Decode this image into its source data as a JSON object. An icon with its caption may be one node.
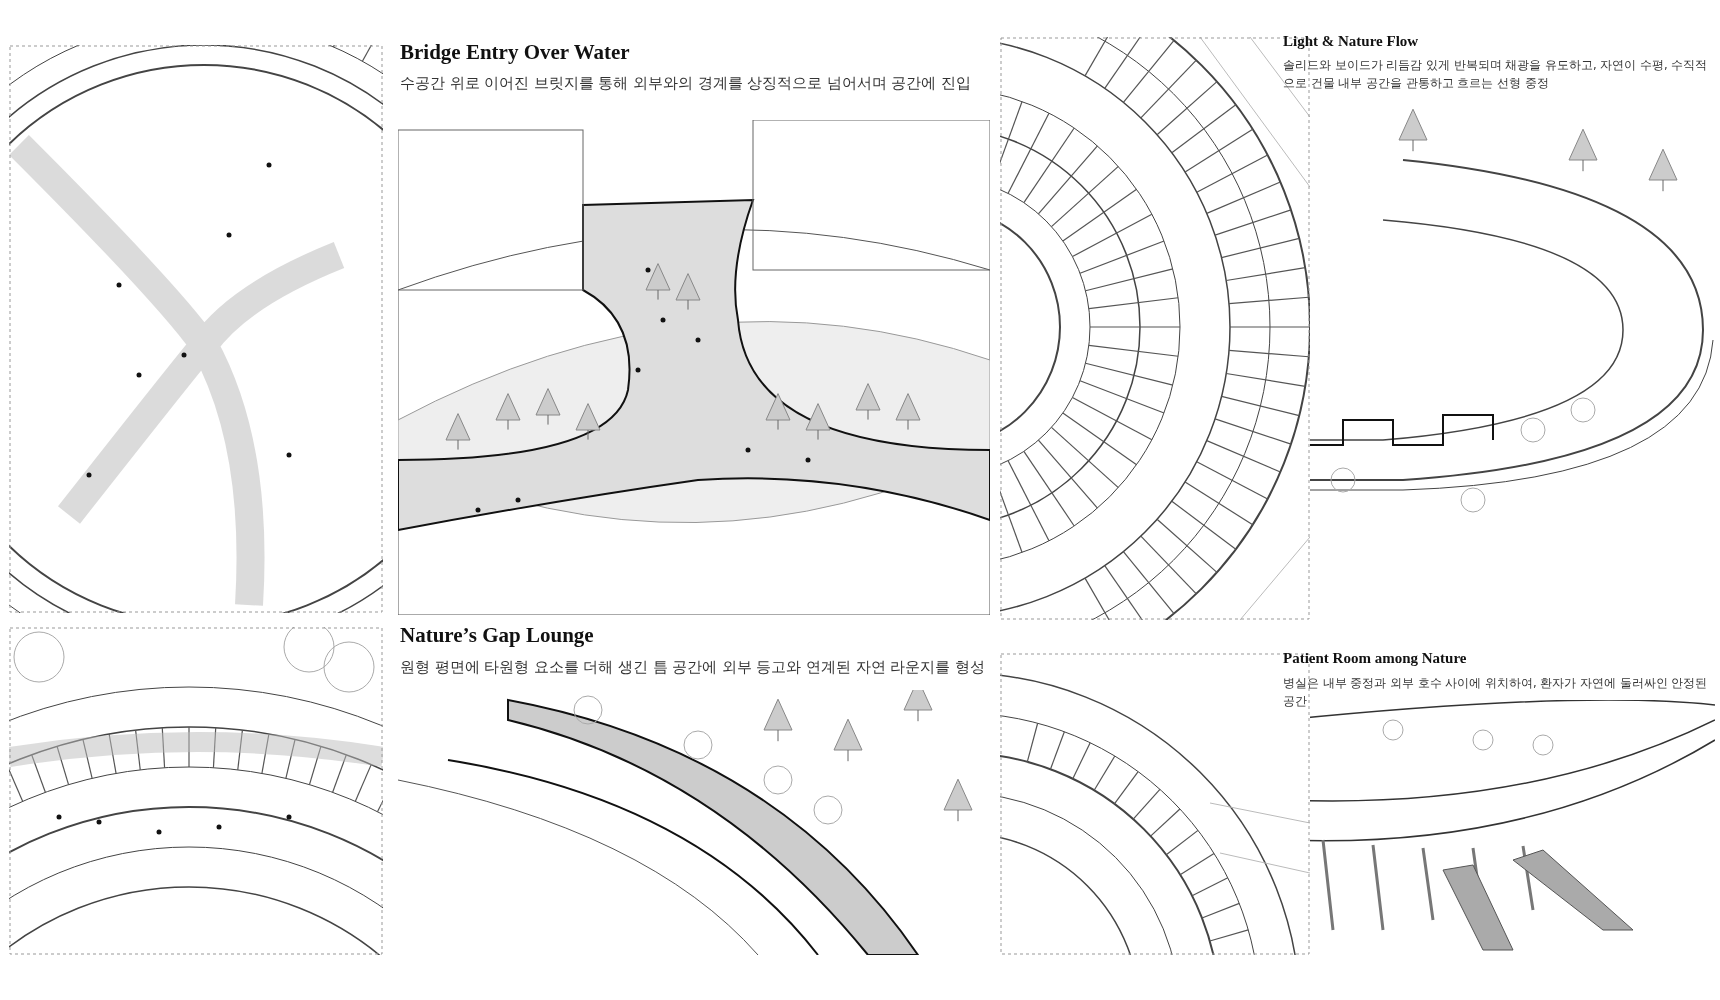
{
  "diagram": {
    "labels": [
      "Bridge Entry Over Water",
      "수공간 위로 이어진 브릿지를 통해 외부와의 경계를 상징적으로 넘어서며 공간에 진입",
      "Light & Nature Flow",
      "솔리드와 보이드가 리듬감 있게 반복되며 채광을 유도하고, 자연이 수평, 수직적으로 건물 내부 공간을 관통하고 흐르는 선형 중정",
      "Nature’s Gap Lounge",
      "원형 평면에 타원형 요소를 더해 생긴 틈 공간에 외부 등고와 연계된 자연 라운지를 형성",
      "Patient Room among Nature",
      "병실은 내부 중정과 외부 호수 사이에 위치하여, 환자가 자연에 둘러싸인 안정된 공간"
    ]
  }
}
